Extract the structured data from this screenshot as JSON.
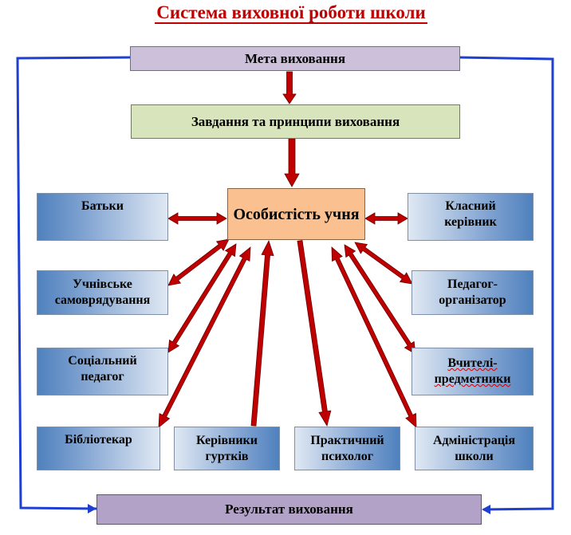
{
  "title": "Система виховної роботи школи",
  "nodes": {
    "goal": "Мета виховання",
    "tasks": "Завдання та принципи виховання",
    "personality": "Особистість учня",
    "parents": "Батьки",
    "class_teacher": "Класний керівник",
    "self_government": "Учнівське самоврядування",
    "organizer": "Педагог-організатор",
    "social_pedagogue": "Соціальний педагог",
    "subject_teachers": "Вчителі-предметники",
    "librarian": "Бібліотекар",
    "club_leaders": "Керівники гуртків",
    "psychologist": "Практичний психолог",
    "administration": "Адміністрація школи",
    "result": "Результат виховання"
  },
  "colors": {
    "arrow": "#c00000",
    "loop_line": "#1f3fd0",
    "title": "#c00000"
  }
}
